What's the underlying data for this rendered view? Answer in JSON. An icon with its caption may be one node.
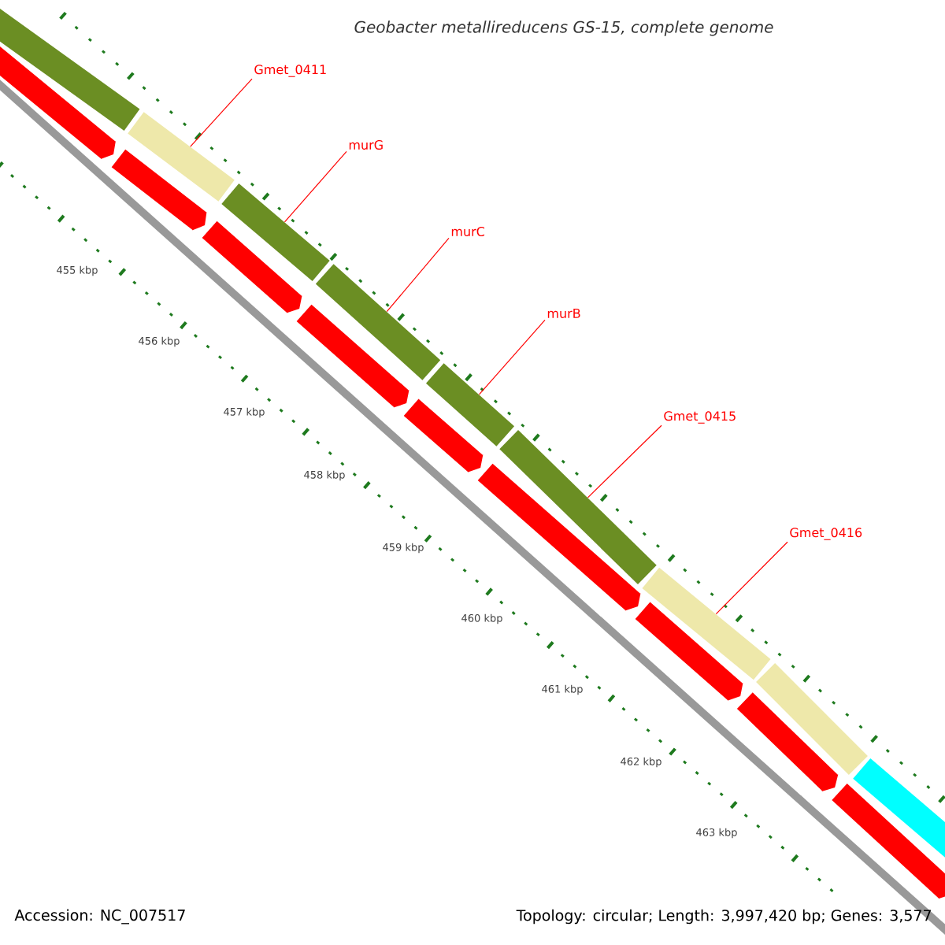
{
  "diagram": {
    "title": "Geobacter metallireducens GS-15, complete genome",
    "nodes": [
      {
        "text": [],
        "shape": "bar"
      },
      {
        "text": [],
        "shape": "bar"
      },
      {
        "text": [],
        "shape": "bar"
      },
      {
        "text": [],
        "shape": "bar"
      },
      {
        "text": [],
        "shape": "bar"
      },
      {
        "text": [],
        "shape": "bar"
      },
      {
        "text": [],
        "shape": "bar"
      },
      {
        "text": [],
        "shape": "bar"
      },
      {
        "text": [],
        "shape": "bar"
      },
      {
        "text": [],
        "shape": "arrow"
      },
      {
        "text": [],
        "shape": "arrow"
      },
      {
        "text": [],
        "shape": "arrow"
      },
      {
        "text": [],
        "shape": "arrow"
      },
      {
        "text": [],
        "shape": "arrow"
      },
      {
        "text": [],
        "shape": "arrow"
      },
      {
        "text": [],
        "shape": "arrow"
      },
      {
        "text": [],
        "shape": "arrow"
      },
      {
        "text": [],
        "shape": "arrow"
      },
      {
        "text": [
          "Gmet_0411"
        ]
      },
      {
        "text": [
          "murG"
        ]
      },
      {
        "text": [
          "murC"
        ]
      },
      {
        "text": [
          "murB"
        ]
      },
      {
        "text": [
          "Gmet_0415"
        ]
      },
      {
        "text": [
          "Gmet_0416"
        ]
      }
    ],
    "edges": [
      {
        "from": 18,
        "to": 1,
        "arrow": "none"
      },
      {
        "from": 19,
        "to": 2,
        "arrow": "none"
      },
      {
        "from": 20,
        "to": 3,
        "arrow": "none"
      },
      {
        "from": 21,
        "to": 4,
        "arrow": "none"
      },
      {
        "from": 22,
        "to": 5,
        "arrow": "none"
      },
      {
        "from": 23,
        "to": 6,
        "arrow": "none"
      }
    ],
    "labels": [
      "455 kbp",
      "456 kbp",
      "457 kbp",
      "458 kbp",
      "459 kbp",
      "460 kbp",
      "461 kbp",
      "462 kbp",
      "463 kbp",
      "Accession: NC_007517",
      "Topology: circular; Length: 3,997,420 bp; Genes: 3,577"
    ]
  }
}
